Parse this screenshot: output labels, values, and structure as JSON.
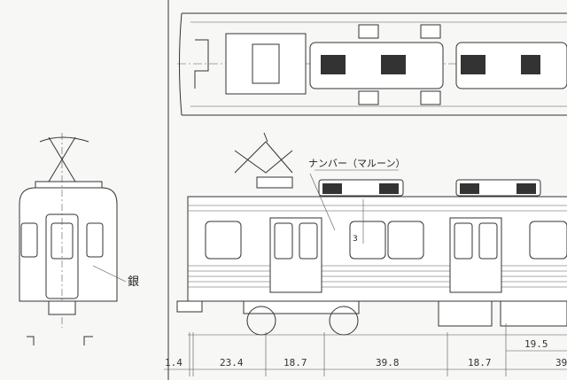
{
  "labels": {
    "number_note": "ナンバー（マルーン）",
    "silver_note": "銀",
    "height_mark": "3"
  },
  "dimensions": [
    "1.4",
    "23.4",
    "18.7",
    "39.8",
    "18.7",
    "39"
  ],
  "upper_dimension": "19.5",
  "colors": {
    "line": "#333333",
    "paper": "#f7f7f5",
    "roof_pad": "#333333"
  }
}
